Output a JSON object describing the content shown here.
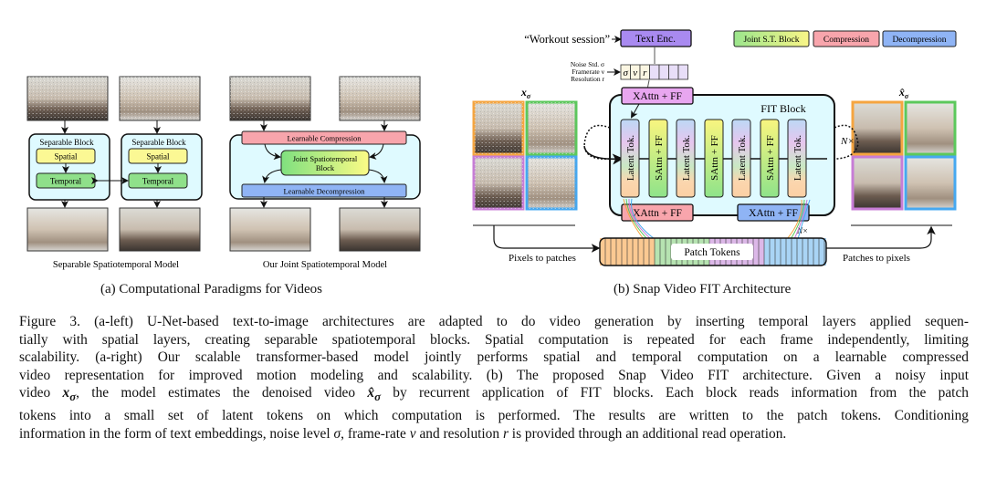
{
  "figure": {
    "panel_a": {
      "caption": "(a) Computational Paradigms for Videos",
      "left": {
        "title": "Separable Spatiotemporal Model",
        "block_label": "Separable Block",
        "spatial_label": "Spatial",
        "temporal_label": "Temporal"
      },
      "right": {
        "title": "Our Joint Spatiotemporal Model",
        "compression_label": "Learnable Compression",
        "joint_label_line1": "Joint Spatiotemporal",
        "joint_label_line2": "Block",
        "decompression_label": "Learnable Decompression"
      }
    },
    "panel_b": {
      "caption": "(b) Snap Video FIT Architecture",
      "prompt": "“Workout session”",
      "text_encoder": "Text Enc.",
      "cond_labels": [
        "Noise Std. σ",
        "Framerate ν",
        "Resolution r"
      ],
      "cond_tokens": [
        "σ",
        "ν",
        "r"
      ],
      "legend": [
        {
          "label": "Joint S.T. Block",
          "color": "#b8e986"
        },
        {
          "label": "Compression",
          "color": "#f8a5ac"
        },
        {
          "label": "Decompression",
          "color": "#8fb4f5"
        }
      ],
      "input_label": "x_σ",
      "output_label": "x̂_σ",
      "fit_block_title": "FIT Block",
      "xattn_top": "XAttn + FF",
      "xattn_read": "XAttn + FF",
      "xattn_write": "XAttn + FF",
      "latent_label": "Latent Tok.",
      "sattn_label": "SAttn + FF",
      "repeat_label": "N×",
      "patch_tokens": "Patch Tokens",
      "pixels_to_patches": "Pixels to patches",
      "patches_to_pixels": "Patches to pixels",
      "frame_colors": [
        "#f5a540",
        "#5cc85c",
        "#c77dd6",
        "#46a8f0"
      ]
    }
  },
  "caption": {
    "lines": [
      "Figure 3. (a-left) U-Net-based text-to-image architectures are adapted to do video generation by inserting temporal layers applied sequen-",
      "tially with spatial layers, creating separable spatiotemporal blocks. Spatial computation is repeated for each frame independently, limiting",
      "scalability. (a-right) Our scalable transformer-based model jointly performs spatial and temporal computation on a learnable compressed",
      "video representation for improved motion modeling and scalability. (b) The proposed Snap Video FIT architecture. Given a noisy input",
      "the model estimates the denoised video",
      "by recurrent application of FIT blocks. Each block reads information from the patch",
      "tokens into a small set of latent tokens on which computation is performed. The results are written to the patch tokens. Conditioning",
      "information in the form of text embeddings, noise level",
      "frame-rate",
      "and resolution",
      "is provided through an additional read operation."
    ],
    "video": "video",
    "x_sigma": "x",
    "sigma": "σ",
    "nu": "ν",
    "r": "r"
  }
}
